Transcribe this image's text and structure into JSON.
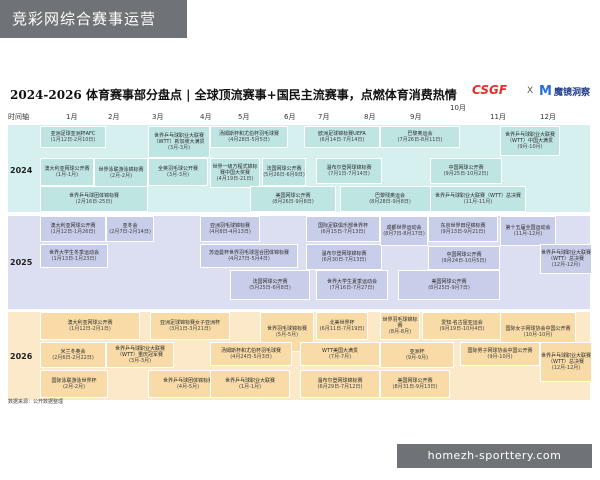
{
  "banner": "竞彩网综合赛事运营",
  "title": "2024-2026 体育赛事部分盘点 | 全球顶流赛事+国民主流赛事，点燃体育消费热情",
  "logos": {
    "csgf": "CSGF",
    "x": "X",
    "mirror": "魔镜洞察"
  },
  "timeline_label": "时间轴",
  "months": [
    "1月",
    "2月",
    "3月",
    "4月",
    "5月",
    "6月",
    "7月",
    "8月",
    "9月",
    "10月",
    "11月",
    "12月"
  ],
  "source": "数据来源：公开数据整理",
  "watermark": "homezh-sporttery.com",
  "colors": {
    "y2024": "#bfe5e3",
    "y2025": "#c8cdea",
    "y2026": "#f8dba6"
  },
  "chart_data": {
    "type": "table",
    "title": "2024-2026 体育赛事部分盘点 | 全球顶流赛事+国民主流赛事，点燃体育消费热情",
    "years": [
      "2024",
      "2025",
      "2026"
    ],
    "events": [
      {
        "id": "e1",
        "year": "2024",
        "name": "亚洲足球亚洲杯AFC",
        "dates": "(1月12日-2月10日)"
      },
      {
        "id": "e2",
        "year": "2024",
        "name": "世界乒乓球职业大联赛（WTT）新加坡大满贯",
        "dates": "(3月-3月)"
      },
      {
        "id": "e3",
        "year": "2024",
        "name": "汤姆斯杯和尤伯杯羽毛球赛",
        "dates": "(4月28日-5月5日)"
      },
      {
        "id": "e4",
        "year": "2024",
        "name": "欧洲足球锦标赛UEFA",
        "dates": "(6月14日-7月14日)"
      },
      {
        "id": "e5",
        "year": "2024",
        "name": "巴黎奥运会",
        "dates": "(7月26日-8月11日)"
      },
      {
        "id": "e6",
        "year": "2024",
        "name": "世界乒乓球职业大联赛（WTT）中国大满贯",
        "dates": "(9月-10月)"
      },
      {
        "id": "e7",
        "year": "2024",
        "name": "澳大利亚网球公开赛",
        "dates": "(1月-1月)"
      },
      {
        "id": "e8",
        "year": "2024",
        "name": "世界泳联游泳锦标赛",
        "dates": "(2月-2月)"
      },
      {
        "id": "e9",
        "year": "2024",
        "name": "全英羽毛球公开赛",
        "dates": "(3月-3月)"
      },
      {
        "id": "e10",
        "year": "2024",
        "name": "世界一级方程式锦标赛中国大奖赛",
        "dates": "(4月19日-21日)"
      },
      {
        "id": "e11",
        "year": "2024",
        "name": "世界乒乓球团体锦标赛",
        "dates": "(2月16日-25日)"
      },
      {
        "id": "e12",
        "year": "2024",
        "name": "法国网球公开赛",
        "dates": "(5月26日-6月9日)"
      },
      {
        "id": "e13",
        "year": "2024",
        "name": "温布尔登网球锦标赛",
        "dates": "(7月1日-7月14日)"
      },
      {
        "id": "e14",
        "year": "2024",
        "name": "巴黎残奥运会",
        "dates": "(8月28日-9月8日)"
      },
      {
        "id": "e15",
        "year": "2024",
        "name": "中国网球公开赛",
        "dates": "(9月25日-10月2日)"
      },
      {
        "id": "e16",
        "year": "2024",
        "name": "美国网球公开赛",
        "dates": "(8月26日-9月8日)"
      },
      {
        "id": "e17",
        "year": "2024",
        "name": "世界乒乓球职业大联赛（WTT）总决赛",
        "dates": "(11月-11月)"
      },
      {
        "id": "e18",
        "year": "2025",
        "name": "澳大利亚网球公开赛",
        "dates": "(1月12日-1月26日)"
      },
      {
        "id": "e19",
        "year": "2025",
        "name": "亚冬会",
        "dates": "(2月7日-2月14日)"
      },
      {
        "id": "e20",
        "year": "2025",
        "name": "世界大学生冬季运动会",
        "dates": "(1月13日-1月23日)"
      },
      {
        "id": "e21",
        "year": "2025",
        "name": "亚洲羽毛球锦标赛",
        "dates": "(4月8日-4月13日)"
      },
      {
        "id": "e22",
        "year": "2025",
        "name": "苏迪曼杯世界羽毛球混合团体锦标赛",
        "dates": "(4月27日-5月4日)"
      },
      {
        "id": "e23",
        "year": "2025",
        "name": "法国网球公开赛",
        "dates": "(5月25日-6月8日)"
      },
      {
        "id": "e24",
        "year": "2025",
        "name": "国际足联俱乐部世界杯",
        "dates": "(6月15日-7月13日)"
      },
      {
        "id": "e25",
        "year": "2025",
        "name": "温布尔登网球锦标赛",
        "dates": "(6月30日-7月13日)"
      },
      {
        "id": "e26",
        "year": "2025",
        "name": "成都世界运动会",
        "dates": "(8月7日-8月17日)"
      },
      {
        "id": "e27",
        "year": "2025",
        "name": "东京世界田径锦标赛",
        "dates": "(9月13日-9月21日)"
      },
      {
        "id": "e28",
        "year": "2025",
        "name": "中国网球公开赛",
        "dates": "(9月24日-10月5日)"
      },
      {
        "id": "e29",
        "year": "2025",
        "name": "第十五届全国运动会",
        "dates": "(11月-12月)"
      },
      {
        "id": "e30",
        "year": "2025",
        "name": "世界乒乓球职业大联赛（WTT）总决赛",
        "dates": "(12月-12月)"
      },
      {
        "id": "e31",
        "year": "2025",
        "name": "美国网球公开赛",
        "dates": "(8月25日-9月7日)"
      },
      {
        "id": "e32",
        "year": "2025",
        "name": "世界大学生夏季运动会",
        "dates": "(7月16日-7月27日)"
      },
      {
        "id": "e33",
        "year": "2026",
        "name": "澳大利亚网球公开赛",
        "dates": "(1月12日-2月1日)"
      },
      {
        "id": "e34",
        "year": "2026",
        "name": "亚洲足球锦标赛女子亚洲杯",
        "dates": "(3月1日-3月21日)"
      },
      {
        "id": "e35",
        "year": "2026",
        "name": "世界羽毛球锦标赛",
        "dates": "(5月-5月)"
      },
      {
        "id": "e36",
        "year": "2026",
        "name": "北美世界杯",
        "dates": "(6月11日-7月19日)"
      },
      {
        "id": "e37",
        "year": "2026",
        "name": "世界羽毛球锦标赛",
        "dates": "(8月-8月)"
      },
      {
        "id": "e38",
        "year": "2026",
        "name": "爱知·名古屋亚运会",
        "dates": "(9月19日-10月4日)"
      },
      {
        "id": "e39",
        "year": "2026",
        "name": "国际女子网球协会中国公开赛",
        "dates": "(10月-10月)"
      },
      {
        "id": "e40",
        "year": "2026",
        "name": "米兰冬奥会",
        "dates": "(2月6日-2月22日)"
      },
      {
        "id": "e41",
        "year": "2026",
        "name": "世界乒乓球职业大联赛（WTT）重庆冠军赛",
        "dates": "(3月-3月)"
      },
      {
        "id": "e42",
        "year": "2026",
        "name": "汤姆斯杯和尤伯杯羽毛球赛",
        "dates": "(4月24日-5月3日)"
      },
      {
        "id": "e43",
        "year": "2026",
        "name": "WTT美国大满贯",
        "dates": "(7月-7月)"
      },
      {
        "id": "e44",
        "year": "2026",
        "name": "亚洲杯",
        "dates": "(9月-9月)"
      },
      {
        "id": "e45",
        "year": "2026",
        "name": "国际男子网球协会中国公开赛",
        "dates": "(9月-10月)"
      },
      {
        "id": "e46",
        "year": "2026",
        "name": "世界乒乓球职业大联赛（WTT）总决赛",
        "dates": "(12月-12月)"
      },
      {
        "id": "e47",
        "year": "2026",
        "name": "国际泳联游泳世界杯",
        "dates": "(2月-2月)"
      },
      {
        "id": "e48",
        "year": "2026",
        "name": "世界乒乓球团体锦标赛",
        "dates": "(4月-5月)"
      },
      {
        "id": "e49",
        "year": "2026",
        "name": "温布尔登网球锦标赛",
        "dates": "(6月29日-7月12日)"
      },
      {
        "id": "e50",
        "year": "2026",
        "name": "美国网球公开赛",
        "dates": "(8月31日-9月13日)"
      },
      {
        "id": "e51",
        "year": "2026",
        "name": "世界乒乓球职业大联赛",
        "dates": "(1月-1月)"
      }
    ]
  }
}
